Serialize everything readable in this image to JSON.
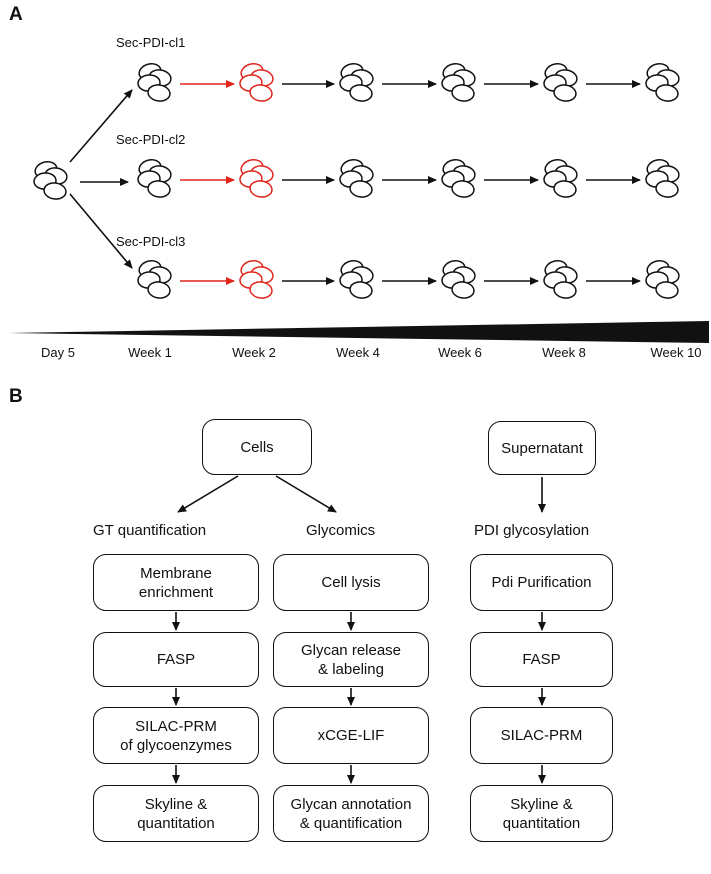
{
  "panel_a": {
    "letter": "A",
    "clones": [
      {
        "label": "Sec-PDI-cl1"
      },
      {
        "label": "Sec-PDI-cl2"
      },
      {
        "label": "Sec-PDI-cl3"
      }
    ],
    "timepoints": [
      "Day 5",
      "Week 1",
      "Week 2",
      "Week 4",
      "Week 6",
      "Week 8",
      "Week 10"
    ],
    "colors": {
      "cells": "#111111",
      "highlight": "#e0251b"
    }
  },
  "panel_b": {
    "letter": "B",
    "roots": {
      "cells": "Cells",
      "supernatant": "Supernatant"
    },
    "columns": [
      {
        "header": "GT quantification",
        "steps": [
          "Membrane\nenrichment",
          "FASP",
          "SILAC-PRM\nof glycoenzymes",
          "Skyline &\nquantitation"
        ]
      },
      {
        "header": "Glycomics",
        "steps": [
          "Cell lysis",
          "Glycan release\n& labeling",
          "xCGE-LIF",
          "Glycan annotation\n& quantification"
        ]
      },
      {
        "header": "PDI glycosylation",
        "steps": [
          "Pdi Purification",
          "FASP",
          "SILAC-PRM",
          "Skyline &\nquantitation"
        ]
      }
    ]
  }
}
